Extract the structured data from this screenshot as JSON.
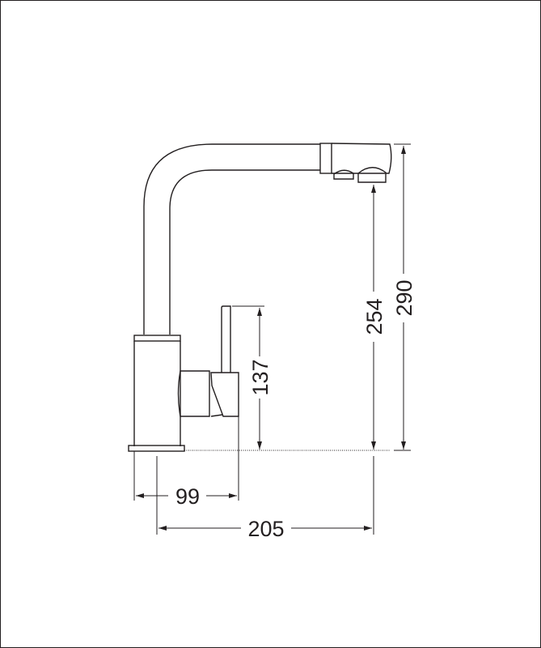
{
  "drawing": {
    "subject": "Kitchen faucet side view technical drawing",
    "units": "mm",
    "line_color": "#231f20",
    "background": "#ffffff"
  },
  "dimensions": {
    "handle_height": {
      "value": "137",
      "orientation": "vertical"
    },
    "spout_outlet_height": {
      "value": "254",
      "orientation": "vertical"
    },
    "overall_height": {
      "value": "290",
      "orientation": "vertical"
    },
    "base_to_handle_width": {
      "value": "99",
      "orientation": "horizontal"
    },
    "spout_reach": {
      "value": "205",
      "orientation": "horizontal"
    }
  }
}
